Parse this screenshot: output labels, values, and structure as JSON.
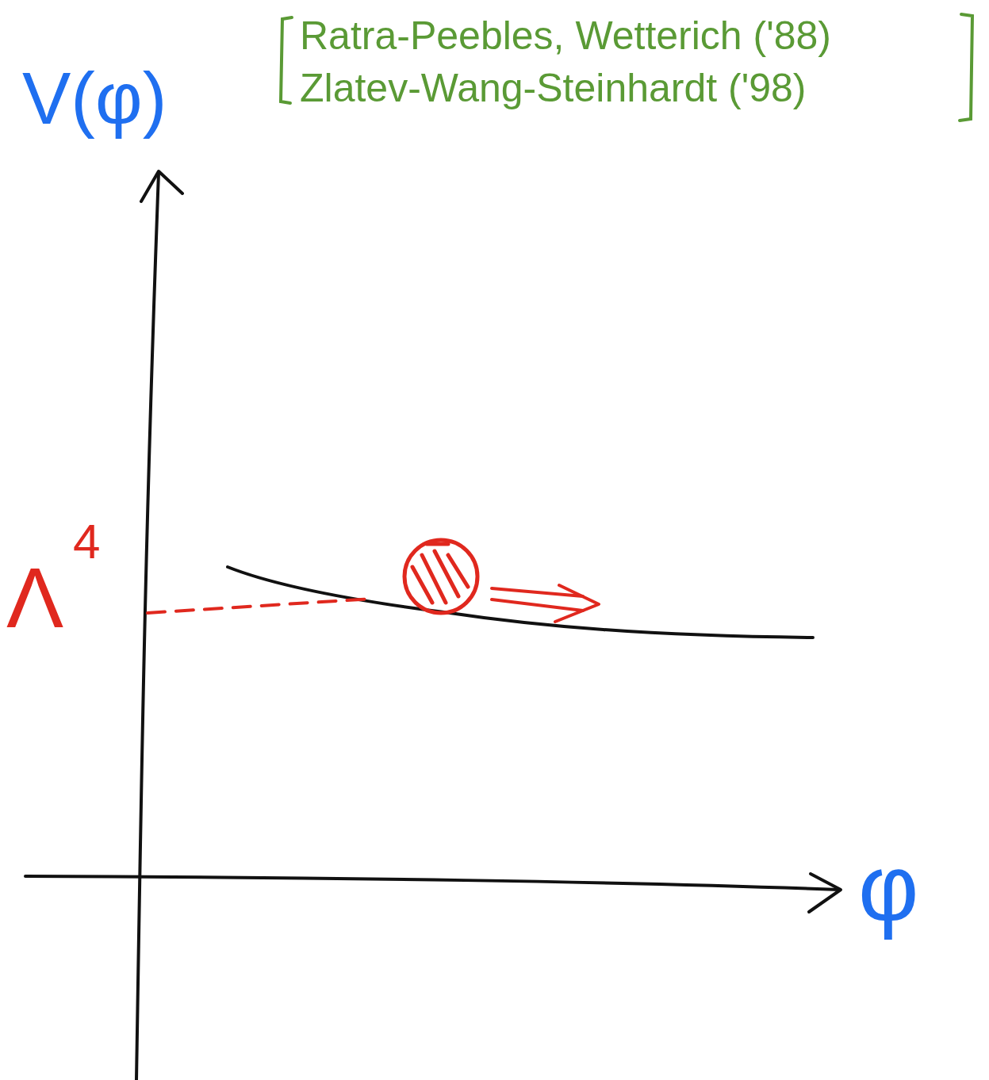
{
  "diagram": {
    "labels": [
      "V(φ)",
      "Ratra-Peebles, Wetterich ('88)",
      "Zlatev-Wang-Steinhardt ('98)",
      "Λ",
      "4",
      "φ"
    ]
  }
}
